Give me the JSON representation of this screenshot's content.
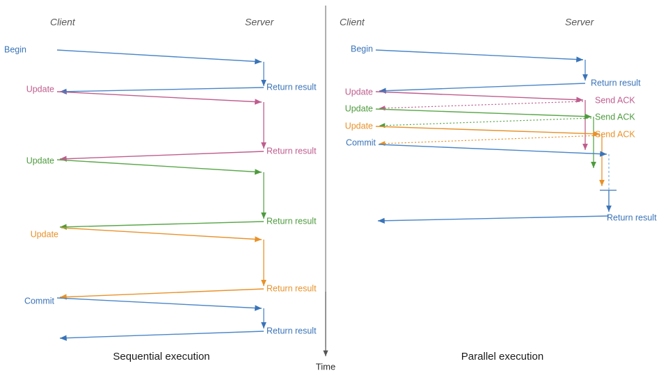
{
  "colors": {
    "blue": "#4a86c8",
    "blue_dark": "#3a74b8",
    "pink": "#bf5d8e",
    "green": "#5aa74a",
    "green_dark": "#4e9b3e",
    "orange": "#e8922a",
    "axis": "#555555",
    "divider": "#6b6b6b",
    "caption": "#1a1a1a",
    "lane": "#595959"
  },
  "lane_labels": {
    "client": "Client",
    "server": "Server"
  },
  "time_axis": {
    "label": "Time"
  },
  "left_panel": {
    "caption": "Sequential execution",
    "client_label": "Client",
    "server_label": "Server",
    "messages": [
      {
        "name": "begin-request",
        "label": "Begin",
        "color_key": "blue",
        "side": "client"
      },
      {
        "name": "begin-return",
        "label": "Return result",
        "color_key": "blue",
        "side": "server"
      },
      {
        "name": "update1-request",
        "label": "Update",
        "color_key": "pink",
        "side": "client"
      },
      {
        "name": "update1-return",
        "label": "Return result",
        "color_key": "pink",
        "side": "server"
      },
      {
        "name": "update2-request",
        "label": "Update",
        "color_key": "green",
        "side": "client"
      },
      {
        "name": "update2-return",
        "label": "Return result",
        "color_key": "green",
        "side": "server"
      },
      {
        "name": "update3-request",
        "label": "Update",
        "color_key": "orange",
        "side": "client"
      },
      {
        "name": "update3-return",
        "label": "Return result",
        "color_key": "orange",
        "side": "server"
      },
      {
        "name": "commit-request",
        "label": "Commit",
        "color_key": "blue",
        "side": "client"
      },
      {
        "name": "commit-return",
        "label": "Return result",
        "color_key": "blue",
        "side": "server"
      }
    ]
  },
  "right_panel": {
    "caption": "Parallel execution",
    "client_label": "Client",
    "server_label": "Server",
    "messages": [
      {
        "name": "begin-request",
        "label": "Begin",
        "color_key": "blue",
        "side": "client"
      },
      {
        "name": "begin-return",
        "label": "Return result",
        "color_key": "blue",
        "side": "server"
      },
      {
        "name": "update1-request",
        "label": "Update",
        "color_key": "pink",
        "side": "client"
      },
      {
        "name": "ack1",
        "label": "Send ACK",
        "color_key": "pink",
        "side": "server"
      },
      {
        "name": "update2-request",
        "label": "Update",
        "color_key": "green",
        "side": "client"
      },
      {
        "name": "ack2",
        "label": "Send ACK",
        "color_key": "green",
        "side": "server"
      },
      {
        "name": "update3-request",
        "label": "Update",
        "color_key": "orange",
        "side": "client"
      },
      {
        "name": "ack3",
        "label": "Send ACK",
        "color_key": "orange",
        "side": "server"
      },
      {
        "name": "commit-request",
        "label": "Commit",
        "color_key": "blue",
        "side": "client"
      },
      {
        "name": "commit-return",
        "label": "Return result",
        "color_key": "blue",
        "side": "server"
      }
    ]
  }
}
